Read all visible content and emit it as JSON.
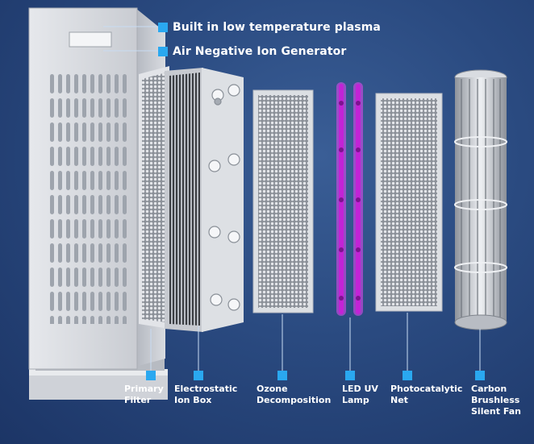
{
  "callouts": {
    "plasma": "Built in low temperature plasma",
    "ion_generator": "Air Negative Ion Generator"
  },
  "components": [
    {
      "id": "primary-filter",
      "label": "Primary\nFilter"
    },
    {
      "id": "electrostatic-ion-box",
      "label": "Electrostatic\nIon Box"
    },
    {
      "id": "ozone-decomposition",
      "label": "Ozone\nDecomposition"
    },
    {
      "id": "led-uv-lamp",
      "label": "LED UV\nLamp"
    },
    {
      "id": "photocatalytic-net",
      "label": "Photocatalytic\nNet"
    },
    {
      "id": "carbon-brushless-fan",
      "label": "Carbon\nBrushless\nSilent Fan"
    }
  ],
  "colors": {
    "background": "#2a4a80",
    "accent_marker": "#2aa8f0",
    "uv_glow": "#e040f0",
    "metal": "#c8ccd2"
  }
}
